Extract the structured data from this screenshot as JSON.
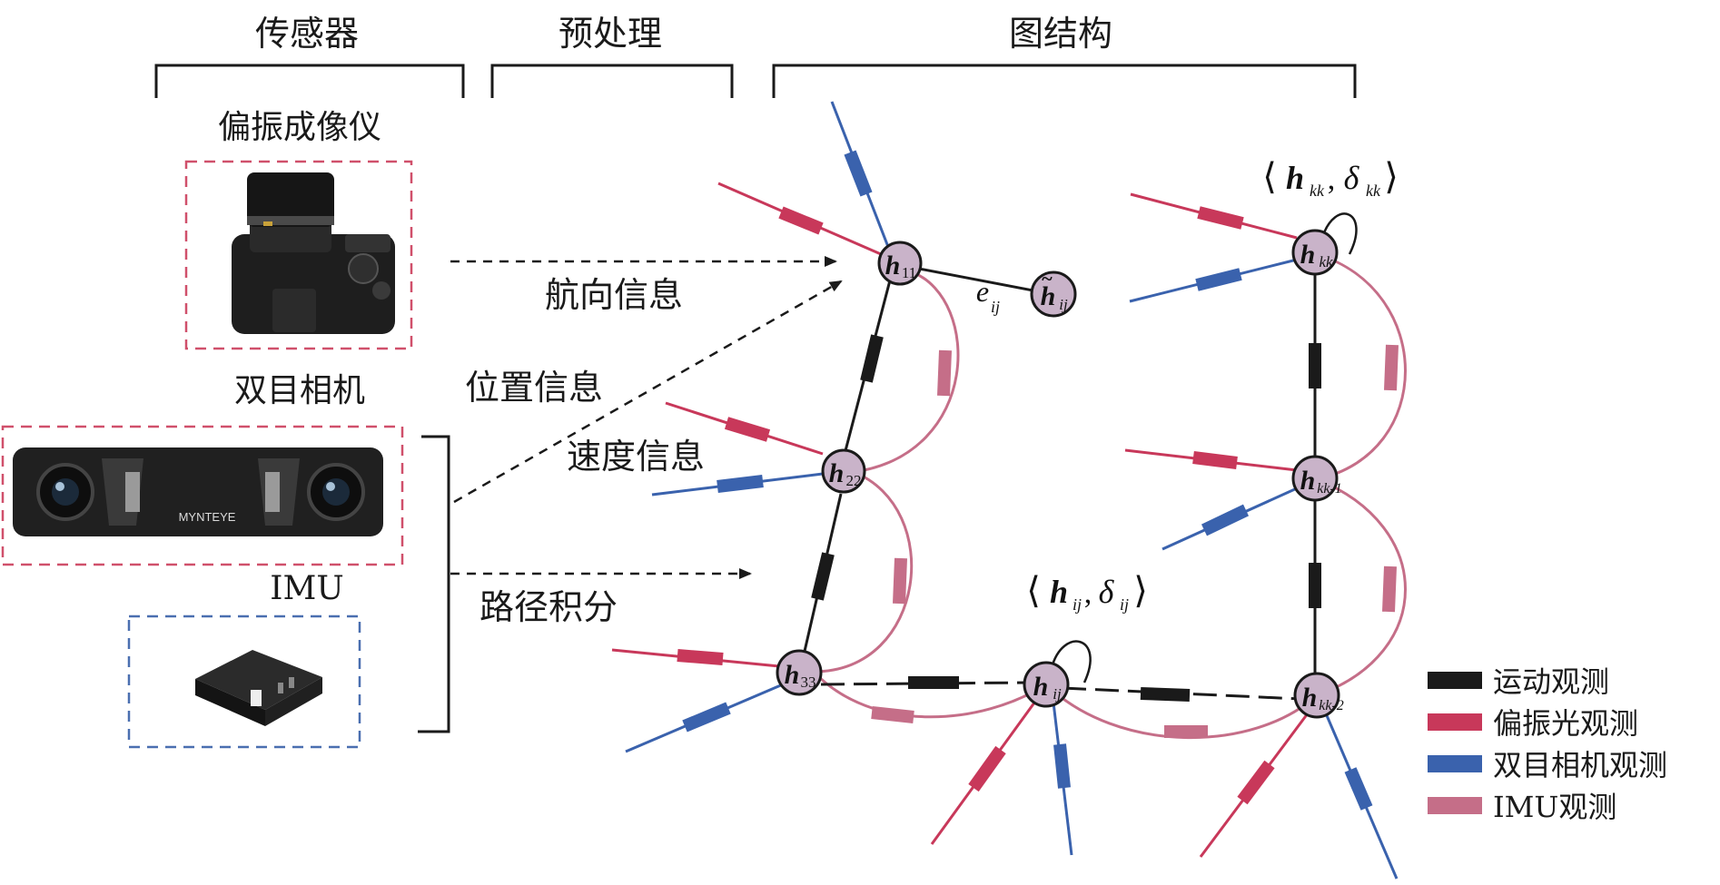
{
  "sections": {
    "sensor": "传感器",
    "preprocess": "预处理",
    "graph": "图结构"
  },
  "devices": {
    "polarization_imager": "偏振成像仪",
    "stereo_camera": "双目相机",
    "imu": "IMU",
    "stereo_brand": "MYNTEYE"
  },
  "arrows": {
    "heading": "航向信息",
    "position": "位置信息",
    "velocity": "速度信息",
    "path_integral": "路径积分"
  },
  "nodes": {
    "n11": {
      "main": "h",
      "sub": "11"
    },
    "nij_tilde": {
      "main": "h",
      "sub": "ij",
      "accent": "~"
    },
    "n22": {
      "main": "h",
      "sub": "22"
    },
    "n33": {
      "main": "h",
      "sub": "33"
    },
    "nij": {
      "main": "h",
      "sub": "ij"
    },
    "nkk": {
      "main": "h",
      "sub": "kk"
    },
    "nkk1": {
      "main": "h",
      "sub": "kk-1"
    },
    "nkk2": {
      "main": "h",
      "sub": "kk-2"
    }
  },
  "edge_label": {
    "main": "e",
    "sub": "ij"
  },
  "self_loops": {
    "ij": {
      "open": "⟨",
      "h": "h",
      "h_sub": "ij",
      "comma": ",",
      "delta": "δ",
      "delta_sub": "ij",
      "close": "⟩"
    },
    "kk": {
      "open": "⟨",
      "h": "h",
      "h_sub": "kk",
      "comma": ",",
      "delta": "δ",
      "delta_sub": "kk",
      "close": "⟩"
    }
  },
  "legend": [
    {
      "label": "运动观测",
      "color": "#1a1a1a"
    },
    {
      "label": "偏振光观测",
      "color": "#c8385a"
    },
    {
      "label": "双目相机观测",
      "color": "#3a62ad"
    },
    {
      "label": "IMU观测",
      "color": "#c56e88"
    }
  ],
  "colors": {
    "motion": "#1a1a1a",
    "polar": "#c8385a",
    "stereo": "#3a62ad",
    "imu": "#c56e88",
    "node_fill": "#c9b3c9",
    "polar_box": "#d0506b",
    "imu_box": "#4a6fb0"
  }
}
